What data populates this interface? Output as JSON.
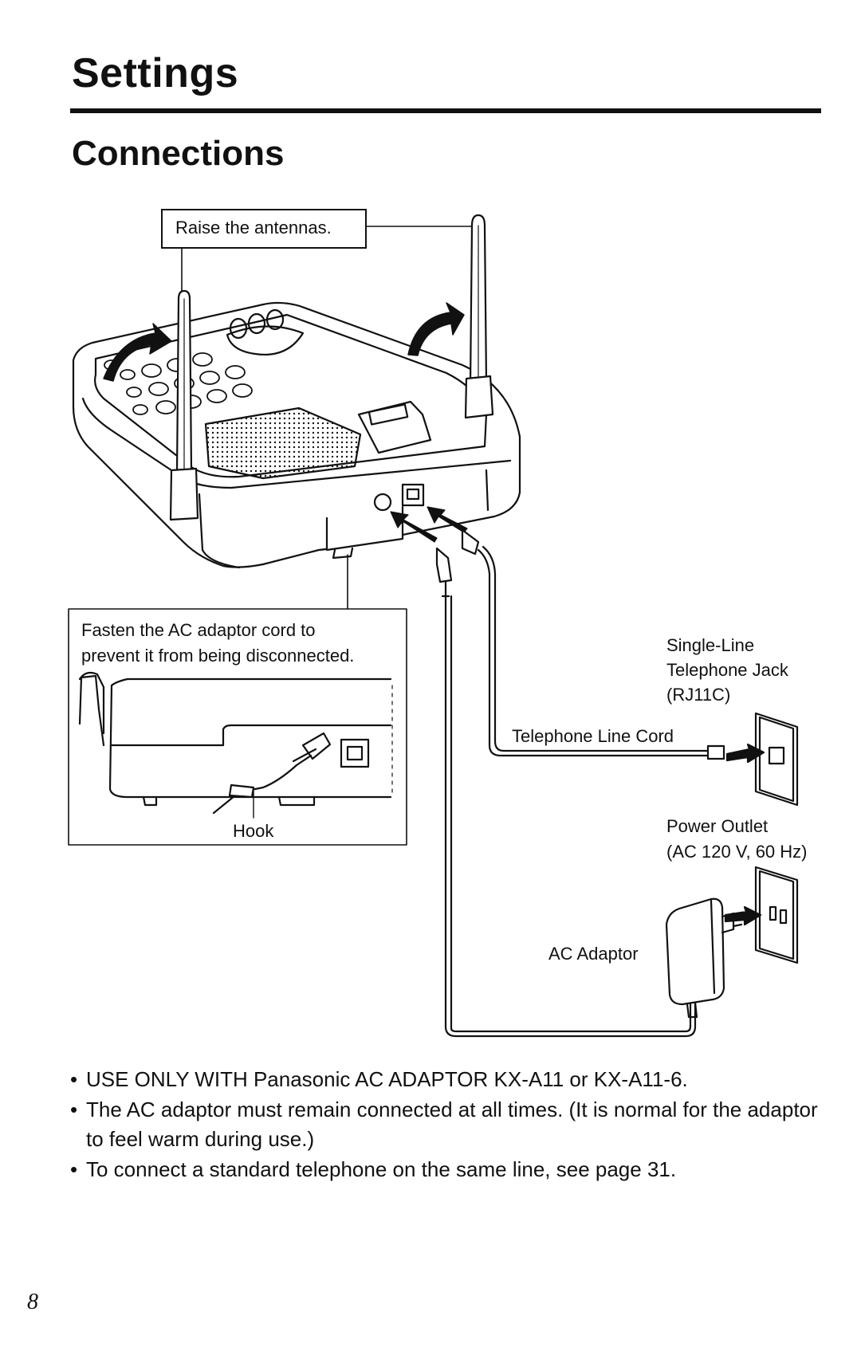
{
  "header": {
    "section_title": "Settings",
    "subsection_title": "Connections"
  },
  "diagram": {
    "antenna_callout": "Raise the antennas.",
    "fasten_callout_line1": "Fasten the AC adaptor cord to",
    "fasten_callout_line2": "prevent it from being disconnected.",
    "hook_label": "Hook",
    "jack_label_line1": "Single-Line",
    "jack_label_line2": "Telephone Jack",
    "jack_label_line3": "(RJ11C)",
    "line_cord_label": "Telephone Line Cord",
    "outlet_label_line1": "Power Outlet",
    "outlet_label_line2": "(AC 120 V, 60 Hz)",
    "adaptor_label": "AC Adaptor"
  },
  "notes": [
    "USE ONLY WITH Panasonic AC ADAPTOR KX-A11 or KX-A11-6.",
    "The AC adaptor must remain connected at all times. (It is normal for the adaptor to feel warm during use.)",
    "To connect a standard telephone on the same line, see page 31."
  ],
  "footer": {
    "page_number": "8"
  }
}
